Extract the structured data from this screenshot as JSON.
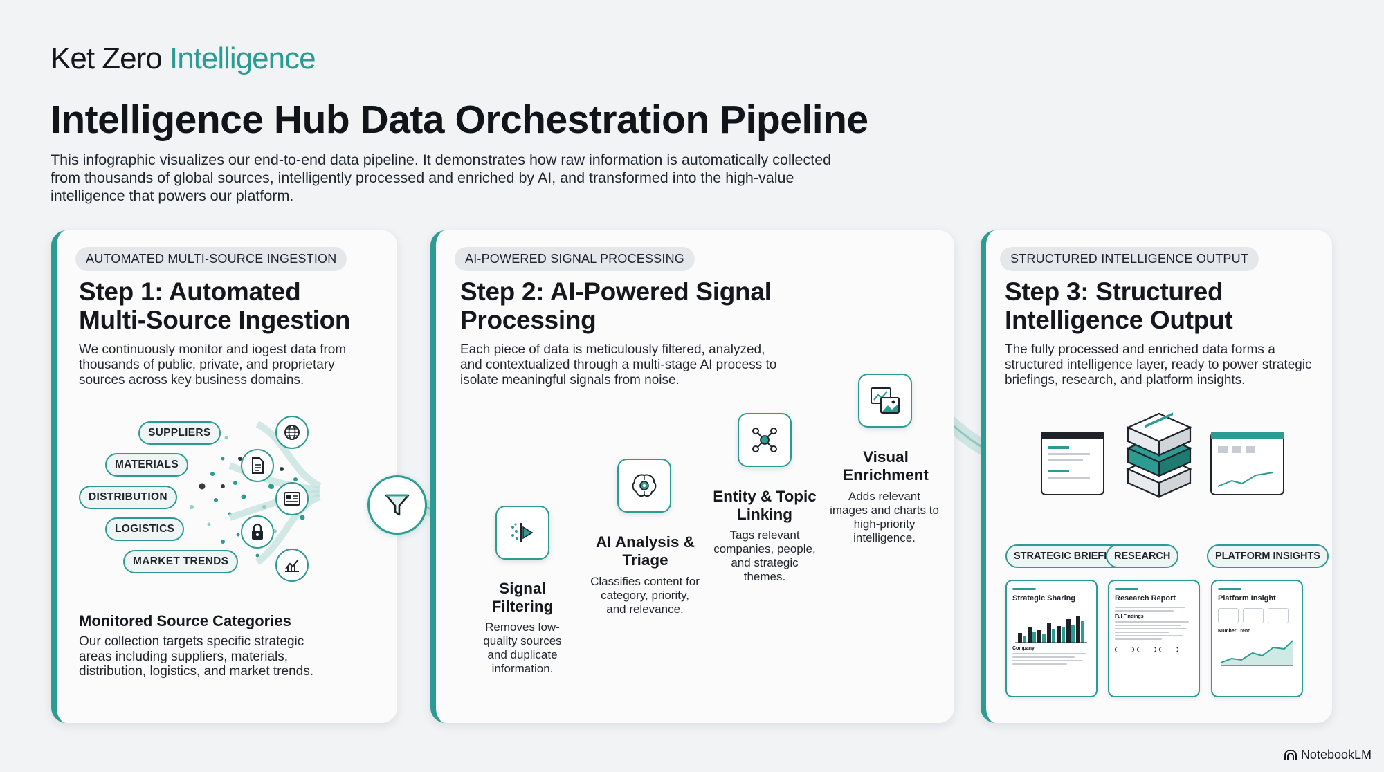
{
  "brand": {
    "part1": "Ket Zero",
    "part2": "Intelligence"
  },
  "title": "Intelligence Hub Data Orchestration Pipeline",
  "intro": "This infographic visualizes our end-to-end data pipeline. It demonstrates how raw information is automatically collected from thousands of global sources, intelligently processed and enriched by AI, and transformed into the high-value intelligence that powers our platform.",
  "step1": {
    "label": "AUTOMATED MULTI-SOURCE INGESTION",
    "title_line1": "Step 1: Automated",
    "title_line2": "Multi-Source Ingestion",
    "desc": "We continuously monitor and iogest data from thousands of public, private, and proprietary sources across key business domains.",
    "sources": [
      "SUPPLIERS",
      "MATERIALS",
      "DISTRIBUTION",
      "LOGISTICS",
      "MARKET TRENDS"
    ],
    "icons": [
      "globe-icon",
      "document-icon",
      "newspaper-icon",
      "lock-icon",
      "chart-icon"
    ],
    "categories_title": "Monitored Source Categories",
    "categories_desc": "Our collection targets specific strategic areas including suppliers, materials, distribution, logistics, and market trends."
  },
  "step2": {
    "label": "AI-POWERED SIGNAL PROCESSING",
    "title_line1": "Step 2: AI-Powered Signal",
    "title_line2": "Processing",
    "desc": "Each piece of data is meticulously filtered, analyzed, and contextualized through a multi-stage AI process to isolate meaningful signals from noise.",
    "stages": [
      {
        "title": "Signal Filtering",
        "desc": "Removes low-quality sources and duplicate information."
      },
      {
        "title": "AI Analysis & Triage",
        "desc": "Classifies content for category, priority, and relevance."
      },
      {
        "title": "Entity & Topic Linking",
        "desc": "Tags relevant companies, people, and strategic themes."
      },
      {
        "title": "Visual Enrichment",
        "desc": "Adds relevant images and charts to high-priority intelligence."
      }
    ]
  },
  "step3": {
    "label": "STRUCTURED INTELLIGENCE OUTPUT",
    "title_line1": "Step 3: Structured",
    "title_line2": "Intelligence Output",
    "desc": "The fully processed and enriched data forms a structured intelligence layer, ready to power strategic briefings, research, and platform insights.",
    "outputs": [
      "STRATEGIC BRIEFINGS",
      "RESEARCH",
      "PLATFORM INSIGHTS"
    ],
    "docs": [
      {
        "title": "Strategic Sharing",
        "sub": "Company"
      },
      {
        "title": "Research Report",
        "sub": "Ful Findings"
      },
      {
        "title": "Platform Insight",
        "sub": "Number Trend"
      }
    ]
  },
  "footer": {
    "notebook": "NotebookLM"
  },
  "colors": {
    "accent": "#2c9c93",
    "text": "#14181d",
    "background": "#f1f3f5"
  }
}
